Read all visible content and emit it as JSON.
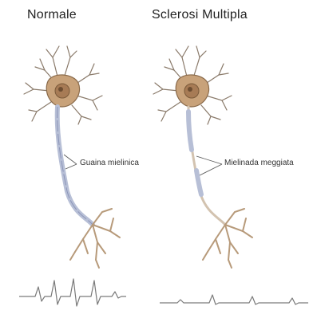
{
  "panels": {
    "left": {
      "title": "Normale",
      "label": "Guaina mielinica"
    },
    "right": {
      "title": "Sclerosi Multipla",
      "label": "Mielinada meggiata"
    }
  },
  "colors": {
    "dendrite": "#8a7a6a",
    "soma_fill": "#c8a27a",
    "soma_edge": "#8a6a4a",
    "nucleus": "#a77b55",
    "axon": "#b7bfd6",
    "myelin_edge": "#8c95b8",
    "terminal": "#b79a7a",
    "trace": "#7a7a7a",
    "label_line": "#555555"
  },
  "icons": {
    "left_neuron": "neuron-icon",
    "right_neuron": "neuron-icon",
    "left_signal": "ecg-signal-icon",
    "right_signal": "ecg-signal-icon"
  }
}
